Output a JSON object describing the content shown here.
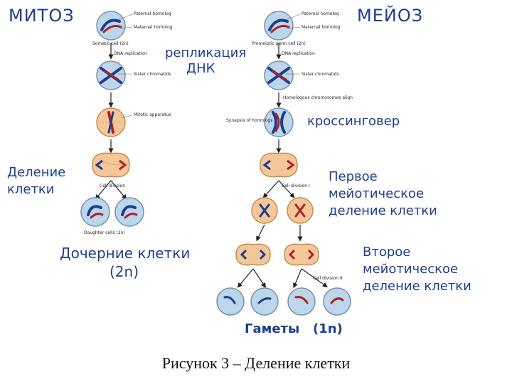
{
  "headers": {
    "mitosis": "МИТОЗ",
    "meiosis": "МЕЙОЗ"
  },
  "labels": {
    "replication": [
      "репликация",
      "ДНК"
    ],
    "crossing_over": "кроссинговер",
    "cell_division": [
      "Деление",
      "клетки"
    ],
    "first_division": [
      "Первое",
      "мейотическое",
      "деление клетки"
    ],
    "daughter_cells": [
      "Дочерние клетки",
      "(2n)"
    ],
    "second_division": [
      "Второе",
      "мейотическое",
      "деление клетки"
    ],
    "gametes": "Гаметы   (1n)"
  },
  "small_labels": {
    "paternal": "Paternal homolog",
    "maternal": "Maternal homolog",
    "somatic": "Somatic cell (2n)",
    "premeiotic": "Premeiotic germ cell (2n)",
    "dna_rep": "DNA replication",
    "sister": "Sister chromatids",
    "homologous_align": "Homologous chromosomes align",
    "synapsis": "Synapsis of homologs",
    "mitotic_app": "Mitotic apparatus",
    "cell_div": "Cell division",
    "cell_div_1": "Cell division I",
    "cell_div_2": "Cell division II",
    "daughter_2n": "Daughter cells (2n)"
  },
  "caption": "Рисунок 3 – Деление клетки",
  "colors": {
    "label_blue": "#1d3f8f",
    "nucleus_blue": "#bcd6ec",
    "cell_orange": "#f4c79a",
    "chrom_red": "#b0202a",
    "chrom_blue": "#1c3f8a"
  }
}
